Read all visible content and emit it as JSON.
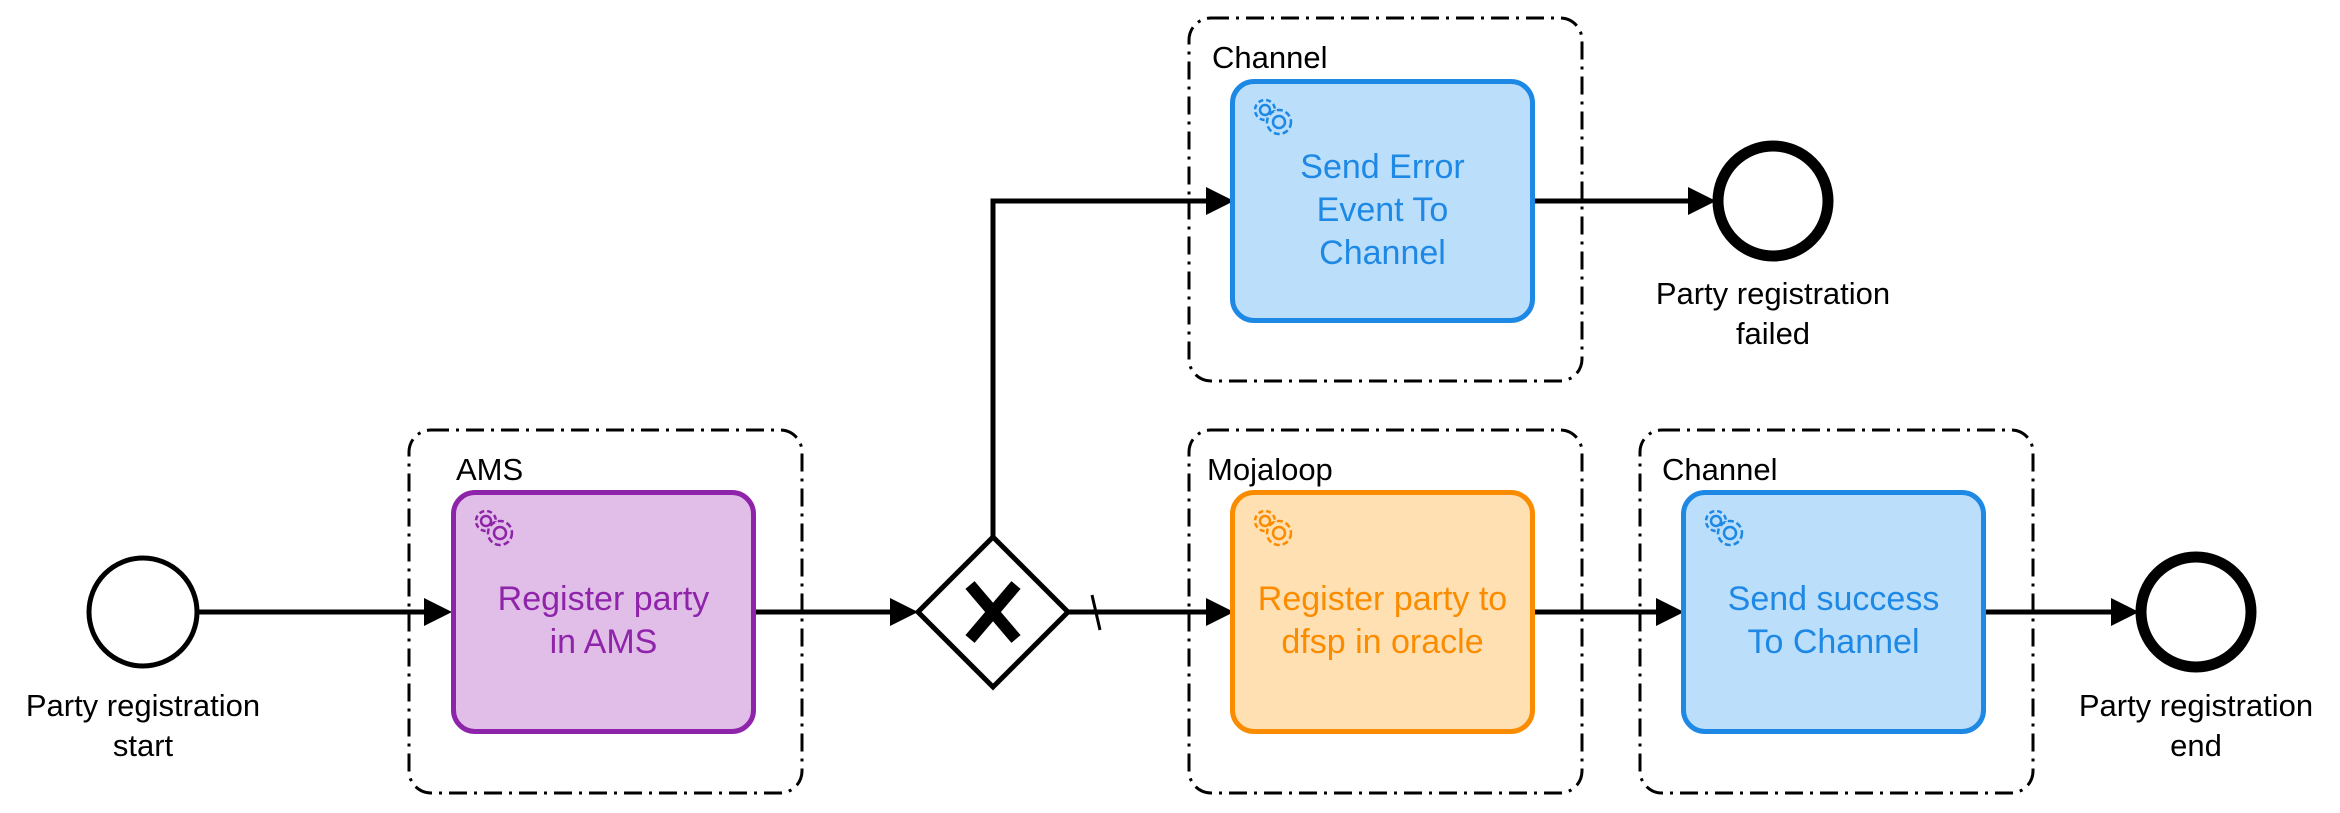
{
  "lanes": {
    "ams": "AMS",
    "channel_top": "Channel",
    "mojaloop": "Mojaloop",
    "channel_bottom": "Channel"
  },
  "tasks": {
    "register_ams": "Register party\nin AMS",
    "send_error": "Send Error\nEvent To\nChannel",
    "register_oracle": "Register party to\ndfsp in oracle",
    "send_success": "Send success\nTo Channel"
  },
  "events": {
    "start": "Party registration\nstart",
    "failed": "Party registration\nfailed",
    "end": "Party registration\nend"
  },
  "gateway": {
    "symbol": "X",
    "type": "exclusive"
  },
  "colors": {
    "purple_fill": "#e1bee7",
    "purple_stroke": "#8e24aa",
    "orange_fill": "#ffe0b2",
    "orange_stroke": "#fb8c00",
    "blue_fill": "#bbdefb",
    "blue_stroke": "#1e88e5"
  },
  "icons": [
    "gear-icon",
    "arrowhead-icon"
  ]
}
